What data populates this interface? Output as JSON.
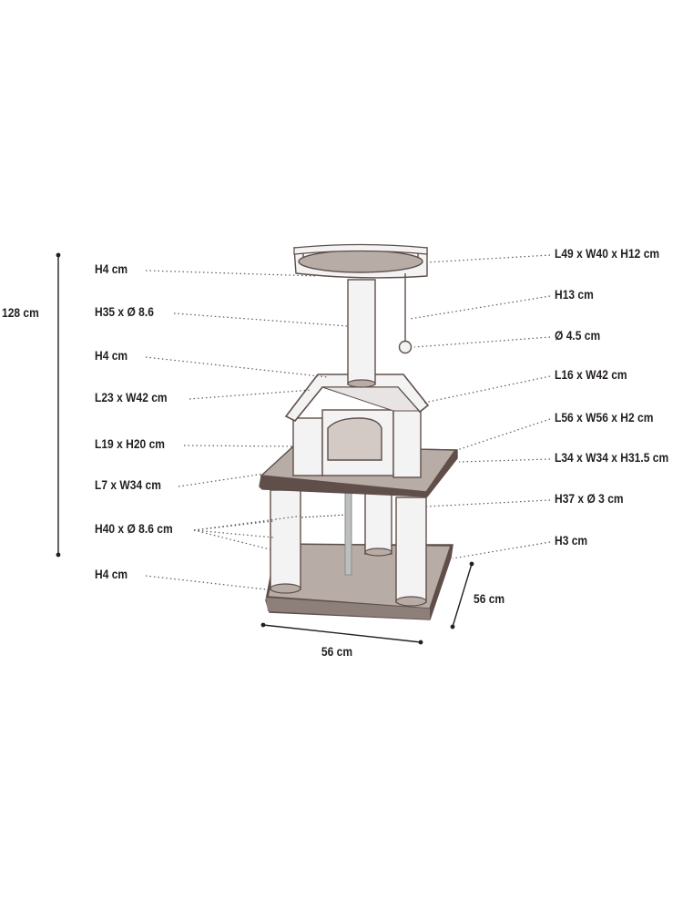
{
  "labels_left": [
    "H4 cm",
    "H35 x Ø 8.6",
    "H4 cm",
    "L23 x W42 cm",
    "L19 x H20 cm",
    "L7 x W34 cm",
    "H40 x Ø 8.6 cm",
    "H4 cm"
  ],
  "labels_right": [
    "L49 x W40 x H12 cm",
    "H13 cm",
    "Ø 4.5 cm",
    "L16 x W42 cm",
    "L56 x W56 x H2 cm",
    "L34 x W34 x H31.5 cm",
    "H37 x Ø 3 cm",
    "H3 cm"
  ],
  "overall": {
    "height": "128 cm",
    "width": "56 cm",
    "depth": "56 cm"
  },
  "colors": {
    "board": "#b7aca6",
    "board_edge": "#5f4e4a",
    "post": "#f4f3f3",
    "post_edge": "#5f4e4a",
    "house_inner": "#d3c9c5",
    "rope": "#bcbec0",
    "leader": "#58595b",
    "text": "#231f20"
  }
}
